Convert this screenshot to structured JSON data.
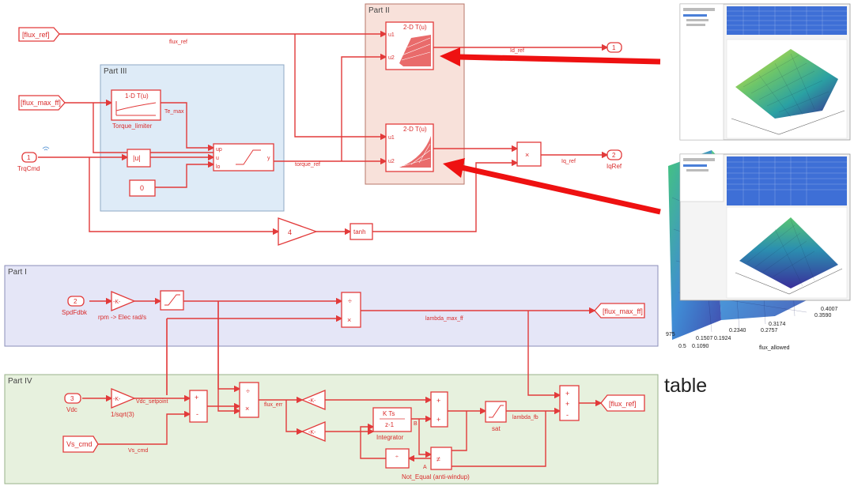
{
  "parts": {
    "part1": "Part I",
    "part2": "Part II",
    "part3": "Part III",
    "part4": "Part IV"
  },
  "blocks": {
    "flux_ref_goto": "[flux_ref]",
    "flux_max_ff_from": "[flux_max_ff]",
    "trqcmd_num": "1",
    "trqcmd_name": "TrqCmd",
    "lut2d_top": "2-D T(u)",
    "lut2d_bottom": "2-D T(u)",
    "lut1d": "1-D T(u)",
    "lut1d_name": "Torque_limiter",
    "abs": "|u|",
    "zero": "0",
    "gain4": "4",
    "tanh": "tanh",
    "mult": "×",
    "out1": "1",
    "out2": "2",
    "out2_name": "IqRef",
    "spd_num": "2",
    "spd_name": "SpdFdbk",
    "k_gain": "-K-",
    "rpm_label": "rpm -> Elec rad/s",
    "flux_max_ff_goto": "[flux_max_ff]",
    "vdc_num": "3",
    "vdc_name": "Vdc",
    "sqrt3_label": "1/sqrt(3)",
    "vs_cmd": "Vs_cmd",
    "integrator_top": "K Ts",
    "integrator_bot": "z-1",
    "integrator_name": "Integrator",
    "sat_name": "sat",
    "noteq": "≠",
    "noteq_name": "Not_Equal (anti-windup)",
    "flux_ref_out": "[flux_ref]",
    "div": "÷",
    "sum_plus": "+",
    "sum_minus": "-",
    "u1": "u1",
    "u2": "u2",
    "up": "up",
    "u": "u",
    "lo": "lo",
    "y": "y",
    "b_label": "B",
    "a_label": "A"
  },
  "signals": {
    "flux_ref": "flux_ref",
    "id_ref": "Id_ref",
    "te_max": "Te_max",
    "torque_ref": "torque_ref",
    "iq_ref": "Iq_ref",
    "lambda_max_ff": "lambda_max_ff",
    "vdc_setpoint": "Vdc_setpoint",
    "flux_err": "flux_err",
    "vs_cmd": "Vs_cmd",
    "lambda_fb": "lambda_fb"
  },
  "overlay": {
    "table_text": "table",
    "axis_label": "flux_allowed",
    "ticks": [
      "0.4007",
      "0.3590",
      "0.3174",
      "0.2757",
      "0.2340",
      "0.1924",
      "0.1507",
      "0.1090"
    ],
    "left_ticks": [
      "975",
      "0.5"
    ]
  },
  "colors": {
    "wire": "#e23a3a",
    "arrow": "#ee1111",
    "part1_bg": "#e5e6f7",
    "part2_bg": "#f8e1da",
    "part3_bg": "#deebf7",
    "part4_bg": "#e7f1de"
  }
}
